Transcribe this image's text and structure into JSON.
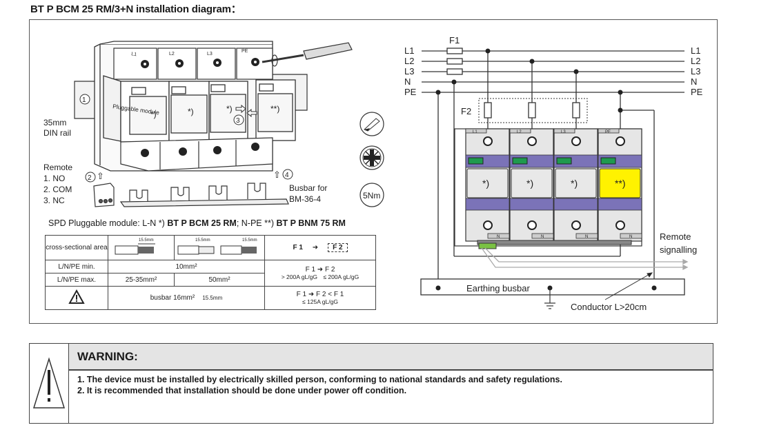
{
  "title": "BT P BCM 25 RM/3+N installation diagram：",
  "device_illustration": {
    "pole_labels": [
      "L1",
      "L2",
      "L3",
      "PE"
    ],
    "module_marks": [
      "*)",
      "*)",
      "*)",
      "**)"
    ],
    "module_label": "Pluggable module",
    "step_markers": [
      "1",
      "2",
      "3",
      "4"
    ],
    "din_rail_label": [
      "35mm",
      "DIN rail"
    ],
    "remote_label": [
      "Remote",
      "1. NO",
      "2. COM",
      "3. NC"
    ],
    "busbar_label": [
      "Busbar for",
      "BM-36-4"
    ],
    "torque_label": "5Nm",
    "icons": [
      "screwdriver-tip-icon",
      "pozidriv-head-icon",
      "torque-icon"
    ]
  },
  "spec_line": {
    "prefix": "SPD Pluggable module: L-N *)",
    "ln_model": "BT P BCM 25 RM",
    "middle": "; N-PE **)",
    "npe_model": "BT P BNM 75 RM"
  },
  "spec_table": {
    "rows": [
      {
        "label": "cross-sectional area",
        "strip_length": "15.5mm"
      },
      {
        "label": "L/N/PE min.",
        "value": "10mm²"
      },
      {
        "label": "L/N/PE max.",
        "values": [
          "25-35mm²",
          "50mm²"
        ]
      },
      {
        "label": "warning",
        "busbar": "busbar 16mm²",
        "busbar_dim": "15.5mm"
      }
    ],
    "fuse_rules": [
      {
        "from": "F 1",
        "to": "F 2"
      },
      {
        "from": "F 1",
        "from_sub": "> 200A gL/gG",
        "to": "F 2",
        "to_sub": "≤ 200A gL/gG"
      },
      {
        "from": "F 1",
        "from_sub": "≤ 125A gL/gG",
        "to": "F 2 < F 1"
      }
    ]
  },
  "wiring": {
    "lines": [
      "L1",
      "L2",
      "L3",
      "N",
      "PE"
    ],
    "fuse_f1": "F1",
    "fuse_f2": "F2",
    "pole_labels": [
      "L1",
      "L2",
      "L3",
      "PE"
    ],
    "module_marks": [
      "*)",
      "*)",
      "*)",
      "**)"
    ],
    "bottom_labels": [
      "N",
      "N",
      "N",
      "N"
    ],
    "remote_signalling": [
      "Remote",
      "signalling"
    ],
    "earthing_busbar": "Earthing busbar",
    "conductor_note": "Conductor L>20cm",
    "colors": {
      "band": "#7b73b8",
      "indicator": "#1f9a4e",
      "npe_module": "#fff200",
      "module": "#e6e6e6"
    }
  },
  "warning": {
    "heading": "WARNING:",
    "items": [
      "1. The device must be installed by electrically skilled person, conforming to national standards and safety regulations.",
      "2. It is recommended that installation should be done under power off condition."
    ]
  }
}
